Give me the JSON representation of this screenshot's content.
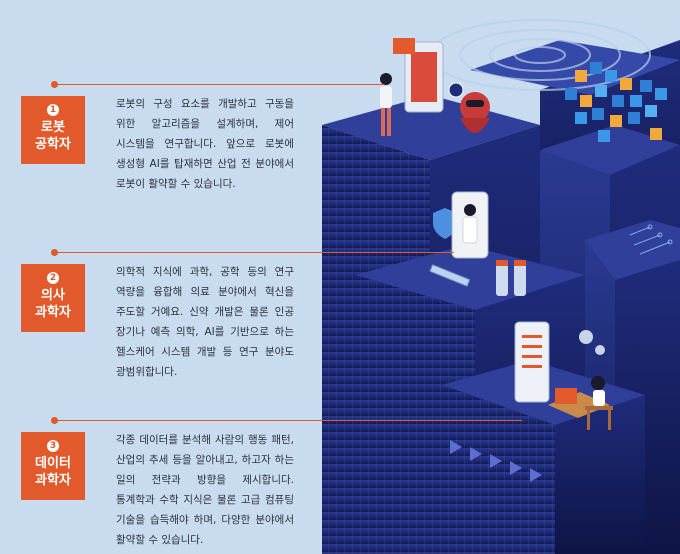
{
  "sections": [
    {
      "number": "1",
      "title_line1": "로봇",
      "title_line2": "공학자",
      "description": "로봇의 구성 요소를 개발하고 구동을 위한 알고리즘을 설계하며, 제어 시스템을 연구합니다. 앞으로 로봇에 생성형 AI를 탑재하면 산업 전 분야에서 로봇이 활약할 수 있습니다."
    },
    {
      "number": "2",
      "title_line1": "의사",
      "title_line2": "과학자",
      "description": "의학적 지식에 과학, 공학 등의 연구 역량을 융합해 의료 분야에서 혁신을 주도할 거예요. 신약 개발은 물론 인공 장기나 예측 의학, AI를 기반으로 하는 헬스케어 시스템 개발 등 연구 분야도 광범위합니다."
    },
    {
      "number": "3",
      "title_line1": "데이터",
      "title_line2": "과학자",
      "description": "각종 데이터를 분석해 사람의 행동 패턴, 산업의 추세 등을 알아내고, 하고자 하는 일의 전략과 방향을 제시합니다. 통계학과 수학 지식은 물론 고급 컴퓨팅 기술을 습득해야 하며, 다양한 분야에서 활약할 수 있습니다."
    }
  ],
  "colors": {
    "background": "#c9dcef",
    "accent": "#e2592b",
    "pillar_top": "#2f3f9a",
    "pillar_front": "#1a2470",
    "text": "#2b3140"
  },
  "icons": [
    "robot-icon",
    "phone-icon",
    "doctor-icon",
    "shield-icon",
    "syringe-icon",
    "vial-icon",
    "tablet-icon",
    "laptop-icon",
    "person-icon",
    "cube-cluster-icon",
    "circuit-icon",
    "gear-icon"
  ]
}
